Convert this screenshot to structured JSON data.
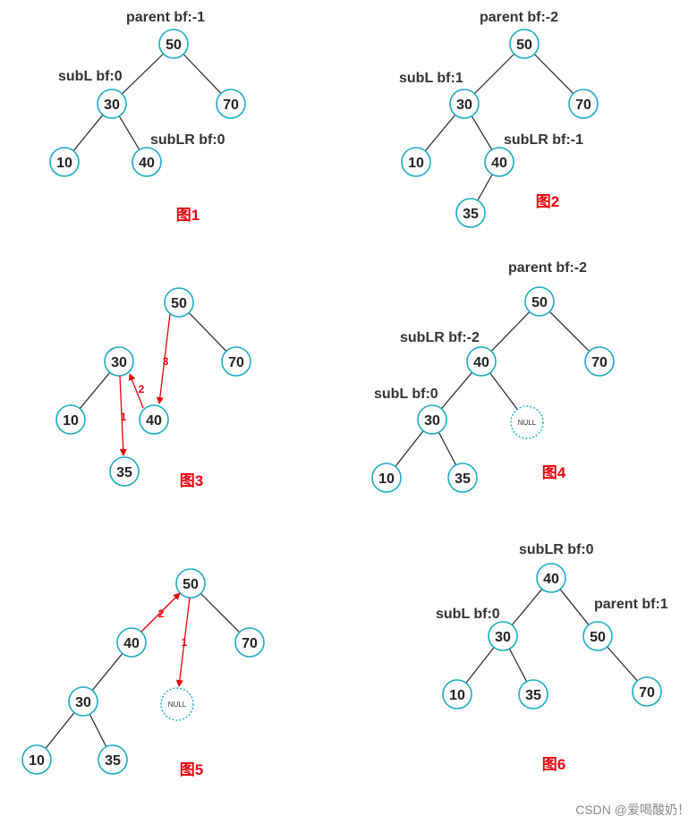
{
  "colors": {
    "node_stroke": "#1aabc2",
    "caption": "#e8000b",
    "arrow": "#e8000b",
    "edge": "#222222"
  },
  "watermark": "CSDN @爱喝酸奶！",
  "figures": [
    {
      "caption": "图1",
      "nodes": [
        "50",
        "30",
        "70",
        "10",
        "40"
      ],
      "annotations": [
        "parent bf:-1",
        "subL bf:0",
        "subLR bf:0"
      ]
    },
    {
      "caption": "图2",
      "nodes": [
        "50",
        "30",
        "70",
        "10",
        "40",
        "35"
      ],
      "annotations": [
        "parent bf:-2",
        "subL bf:1",
        "subLR bf:-1"
      ]
    },
    {
      "caption": "图3",
      "nodes": [
        "50",
        "30",
        "70",
        "10",
        "40",
        "35"
      ],
      "annotations": [],
      "arrow_labels": [
        "3",
        "2",
        "1"
      ]
    },
    {
      "caption": "图4",
      "nodes": [
        "50",
        "40",
        "70",
        "30",
        "NULL",
        "10",
        "35"
      ],
      "annotations": [
        "parent bf:-2",
        "subLR bf:-2",
        "subL bf:0"
      ]
    },
    {
      "caption": "图5",
      "nodes": [
        "50",
        "40",
        "70",
        "30",
        "NULL",
        "10",
        "35"
      ],
      "annotations": [],
      "arrow_labels": [
        "2",
        "1"
      ]
    },
    {
      "caption": "图6",
      "nodes": [
        "40",
        "30",
        "50",
        "10",
        "35",
        "70"
      ],
      "annotations": [
        "subLR bf:0",
        "subL bf:0",
        "parent bf:1"
      ]
    }
  ]
}
